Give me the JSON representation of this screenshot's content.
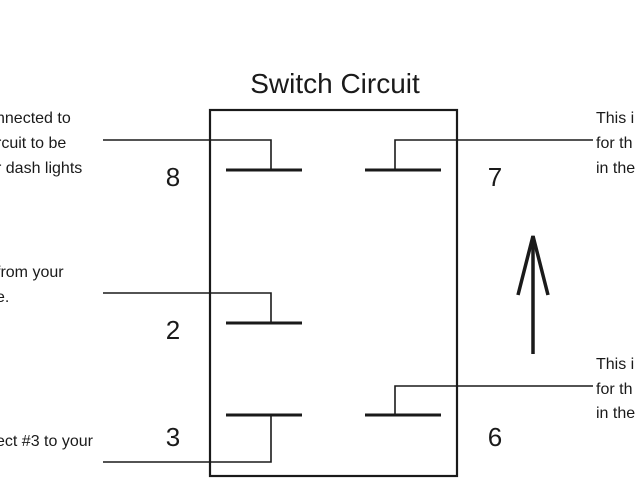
{
  "title": "Switch Circuit",
  "pins": {
    "p8": "8",
    "p7": "7",
    "p2": "2",
    "p3": "3",
    "p6": "6"
  },
  "notes": {
    "left_top": [
      "nnected to",
      "rcuit to be",
      "r dash lights"
    ],
    "left_mid": [
      "from your",
      "e."
    ],
    "left_bot": [
      "ect #3 to your"
    ],
    "right_top": [
      "This i",
      "for th",
      "in the"
    ],
    "right_bot": [
      "This i",
      "for th",
      "in the"
    ]
  },
  "arrow_direction": "up",
  "colors": {
    "ink": "#1a1a1a",
    "background": "#ffffff"
  }
}
